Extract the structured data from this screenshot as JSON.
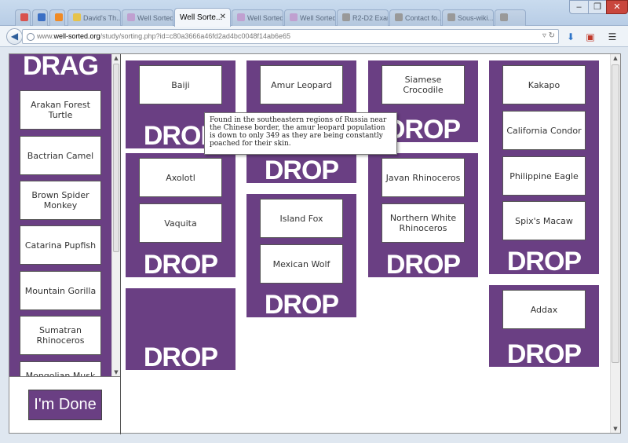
{
  "browser": {
    "tabs": [
      {
        "label": "",
        "color": "#d9534f"
      },
      {
        "label": "",
        "color": "#3b6fc4"
      },
      {
        "label": "",
        "color": "#f08a24"
      },
      {
        "label": "David's Th...",
        "color": "#e6c34a"
      },
      {
        "label": "Well Sorted ...",
        "color": "#c0a0d0"
      },
      {
        "label": "Well Sorte...",
        "color": "#7a4a90"
      },
      {
        "label": "Well Sorted ...",
        "color": "#c0a0d0"
      },
      {
        "label": "Well Sorted ...",
        "color": "#c0a0d0"
      },
      {
        "label": "R2-D2 Example...",
        "color": "#999999"
      },
      {
        "label": "Contact fo...",
        "color": "#999999"
      },
      {
        "label": "Sous-wiki...",
        "color": "#999999"
      },
      {
        "label": "",
        "color": "#999999"
      }
    ],
    "active_tab_title": "Well Sorte...",
    "url_prefix": "www.",
    "url_domain": "well-sorted.org",
    "url_path": "/study/sorting.php?id=c80a3666a46fd2ad4bc0048f14ab6e65"
  },
  "drag": {
    "title": "DRAG",
    "items": [
      "Arakan Forest Turtle",
      "Bactrian Camel",
      "Brown Spider Monkey",
      "Catarina Pupfish",
      "Mountain Gorilla",
      "Sumatran Rhinoceros",
      "Mongolian Musk Deer"
    ]
  },
  "done_button": "I'm Done",
  "drop_label": "DROP",
  "drop_zones": [
    {
      "items": [
        "Baiji"
      ]
    },
    {
      "items": [
        "Axolotl",
        "Vaquita"
      ]
    },
    {
      "items": []
    },
    {
      "items": [
        "Amur Leopard"
      ]
    },
    {
      "items": [
        "Island Fox",
        "Mexican Wolf"
      ]
    },
    {
      "items": [
        "Siamese Crocodile"
      ]
    },
    {
      "items": [
        "Javan Rhinoceros",
        "Northern White Rhinoceros"
      ]
    },
    {
      "items": [
        "Kakapo",
        "California Condor",
        "Philippine Eagle",
        "Spix's Macaw"
      ]
    },
    {
      "items": [
        "Addax"
      ]
    }
  ],
  "tooltip": "Found in the southeastern regions of Russia near the Chinese border, the amur leopard population is down to only 349 as they are being constantly poached for their skin.",
  "colors": {
    "purple": "#6a3f83"
  }
}
